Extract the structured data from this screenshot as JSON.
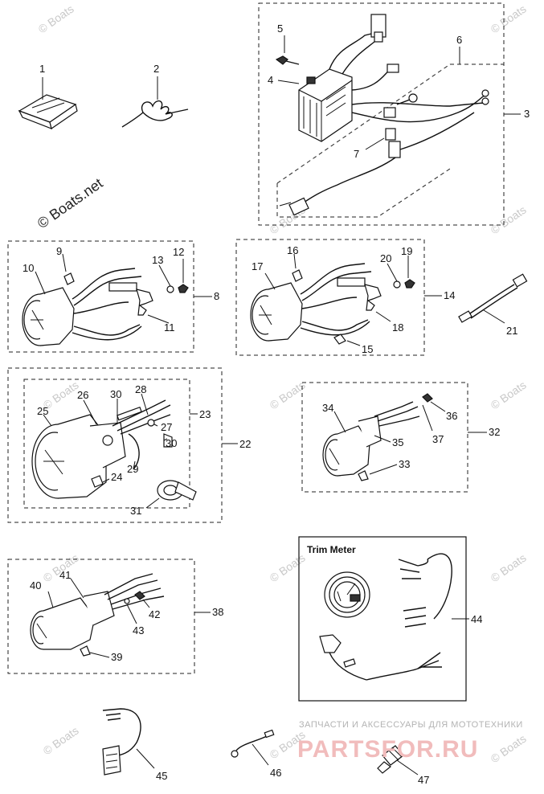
{
  "watermark": {
    "main": "© Boats.net",
    "tile": "© Boats"
  },
  "brand": {
    "subtitle": "ЗАПЧАСТИ И АКСЕССУАРЫ ДЛЯ МОТОТЕХНИКИ",
    "name": "PARTSFOR.RU"
  },
  "trim_meter_title": "Trim Meter",
  "labels": {
    "n1": "1",
    "n2": "2",
    "n3": "3",
    "n4": "4",
    "n5": "5",
    "n6": "6",
    "n7": "7",
    "n8": "8",
    "n9": "9",
    "n10": "10",
    "n11": "11",
    "n12": "12",
    "n13": "13",
    "n14": "14",
    "n15": "15",
    "n16": "16",
    "n17": "17",
    "n18": "18",
    "n19": "19",
    "n20": "20",
    "n21": "21",
    "n22": "22",
    "n23": "23",
    "n24": "24",
    "n25": "25",
    "n26": "26",
    "n27": "27",
    "n28": "28",
    "n29": "29",
    "n30a": "30",
    "n30b": "30",
    "n31": "31",
    "n32": "32",
    "n33": "33",
    "n34": "34",
    "n35": "35",
    "n36": "36",
    "n37": "37",
    "n38": "38",
    "n39": "39",
    "n40": "40",
    "n41": "41",
    "n42": "42",
    "n43": "43",
    "n44": "44",
    "n45": "45",
    "n46": "46",
    "n47": "47"
  }
}
